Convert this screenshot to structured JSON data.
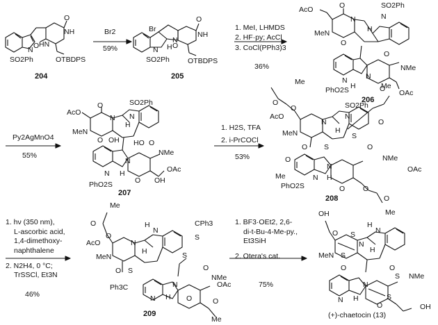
{
  "compounds": {
    "c204": "204",
    "c205": "205",
    "c206": "206",
    "c207": "207",
    "c208": "208",
    "c209": "209",
    "final_name": "(+)-chaetocin (13)"
  },
  "steps": {
    "s1": {
      "conditions": [
        "Br2"
      ],
      "yield": "59%"
    },
    "s2": {
      "conditions": [
        "1. MeI, LHMDS",
        "2. HF·py; AcCl",
        "3. CoCl(PPh3)3"
      ],
      "yield": "36%"
    },
    "s3": {
      "conditions": [
        "Py2AgMnO4"
      ],
      "yield": "55%"
    },
    "s4": {
      "conditions": [
        "1. H2S, TFA",
        "2. i-PrCOCl"
      ],
      "yield": "53%"
    },
    "s5": {
      "conditions": [
        "1. hν (350 nm),",
        "L-ascorbic acid,",
        "1,4-dimethoxy-",
        "naphthalene",
        "2. N2H4, 0 °C;",
        "TrSSCl, Et3N"
      ],
      "yield": "46%"
    },
    "s6": {
      "conditions": [
        "1. BF3·OEt2, 2,6-",
        "di-t-Bu-4-Me-py.,",
        "Et3SiH",
        "2. Otera's cat."
      ],
      "yield": "75%"
    }
  },
  "atom_labels": {
    "so2ph": "SO2Ph",
    "phso2n": "PhO2S",
    "otbdps": "OTBDPS",
    "br": "Br",
    "nh": "NH",
    "hn": "HN",
    "n": "N",
    "nme": "NMe",
    "men": "MeN",
    "me": "Me",
    "oac": "OAc",
    "aco": "AcO",
    "o": "O",
    "oh": "OH",
    "ho": "HO",
    "h": "H",
    "s": "S",
    "cph3": "CPh3",
    "ph3c": "Ph3C"
  }
}
